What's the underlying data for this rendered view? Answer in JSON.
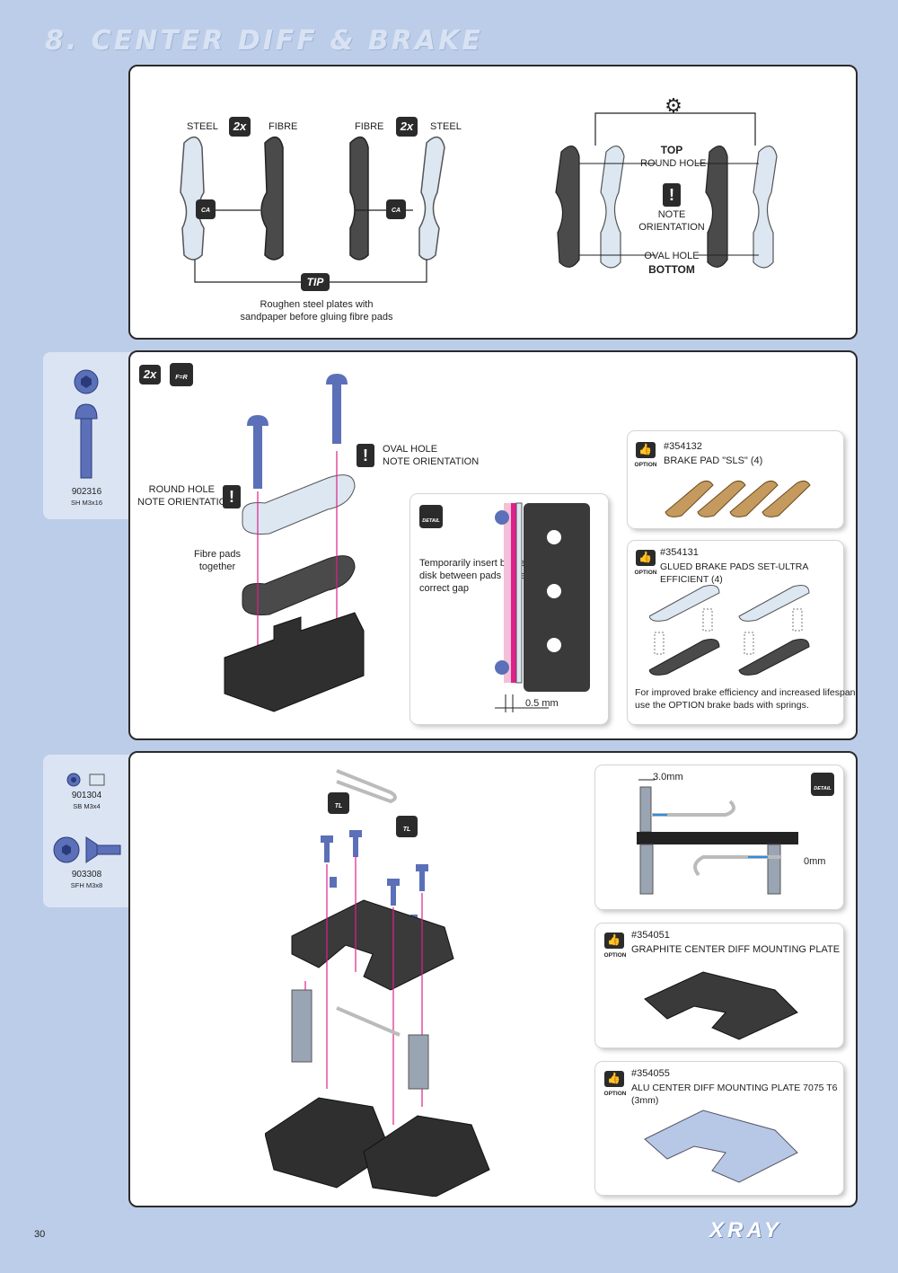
{
  "header": {
    "title": "8. CENTER DIFF & BRAKE"
  },
  "step1": {
    "labels": {
      "steel_left": "STEEL",
      "fibre_left": "FIBRE",
      "fibre_right": "FIBRE",
      "steel_right": "STEEL",
      "qty": "2x",
      "ca": "CA",
      "tip": "TIP",
      "tip_text_1": "Roughen steel plates with",
      "tip_text_2": "sandpaper before gluing fibre pads",
      "top_round": "ROUND HOLE",
      "top_word": "TOP",
      "note_1": "NOTE",
      "note_2": "ORIENTATION",
      "oval": "OVAL HOLE",
      "bottom_word": "BOTTOM",
      "warn": "!"
    }
  },
  "step2": {
    "side": {
      "part_no": "902316",
      "part_desc": "SH M3x16"
    },
    "qty": "2x",
    "fr": "F=R",
    "labels": {
      "oval_1": "OVAL HOLE",
      "oval_2": "NOTE ORIENTATION",
      "round_1": "ROUND HOLE",
      "round_2": "NOTE ORIENTATION",
      "fibre_1": "Fibre pads",
      "fibre_2": "together",
      "detail": "DETAIL",
      "detail_text_1": "Temporarily insert brake",
      "detail_text_2": "disk between pads to set",
      "detail_text_3": "correct gap",
      "gap": "0.5 mm",
      "warn": "!"
    },
    "option1": {
      "tag": "OPTION",
      "number": "#354132",
      "name": "BRAKE PAD \"SLS\" (4)"
    },
    "option2": {
      "tag": "OPTION",
      "number": "#354131",
      "name": "GLUED BRAKE PADS SET-ULTRA EFFICIENT (4)",
      "note_1": "For improved brake efficiency and increased lifespan",
      "note_2": "use the OPTION brake bads with springs."
    }
  },
  "step3": {
    "side": [
      {
        "part_no": "901304",
        "part_desc": "SB M3x4"
      },
      {
        "part_no": "903308",
        "part_desc": "SFH M3x8"
      }
    ],
    "tl": "TL",
    "detail": {
      "tag": "DETAIL",
      "dim1": "3.0mm",
      "dim2": "0mm"
    },
    "option1": {
      "tag": "OPTION",
      "number": "#354051",
      "name": "GRAPHITE CENTER DIFF MOUNTING PLATE"
    },
    "option2": {
      "tag": "OPTION",
      "number": "#354055",
      "name": "ALU CENTER DIFF MOUNTING PLATE 7075 T6 (3mm)"
    }
  },
  "footer": {
    "page": "30",
    "brand": "XRAY"
  },
  "colors": {
    "page_bg": "#bccde9",
    "accent_magenta": "#e0208a",
    "screw_blue": "#5b70b8",
    "badge_dark": "#2b2b2b"
  }
}
